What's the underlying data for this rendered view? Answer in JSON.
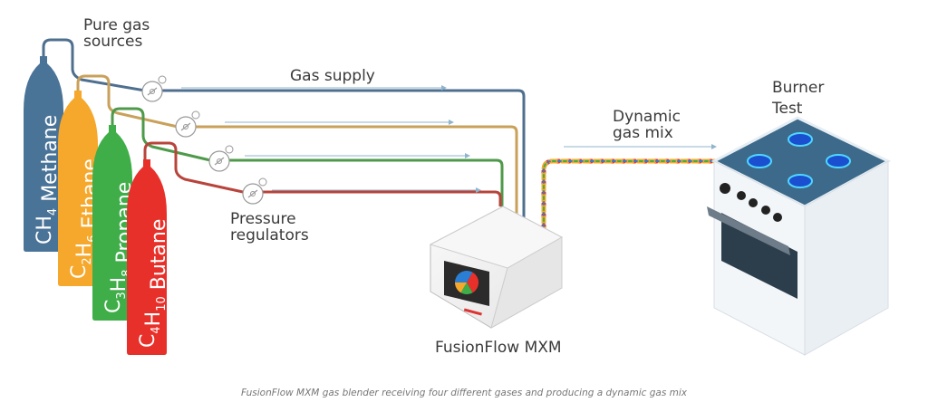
{
  "labels": {
    "pure_gas_sources": [
      "Pure gas",
      "sources"
    ],
    "gas_supply": "Gas supply",
    "pressure_regulators": [
      "Pressure",
      "regulators"
    ],
    "dynamic_gas_mix": [
      "Dynamic",
      "gas mix"
    ],
    "burner_test": [
      "Burner",
      "Test"
    ],
    "device_name": "FusionFlow MXM"
  },
  "cylinders": [
    {
      "formula_parts": [
        [
          "C",
          ""
        ],
        [
          "H",
          "4"
        ]
      ],
      "name": "Methane",
      "color": "#4a7398"
    },
    {
      "formula_parts": [
        [
          "C",
          "2"
        ],
        [
          "H",
          "6"
        ]
      ],
      "name": "Ethane",
      "color": "#f5a82b"
    },
    {
      "formula_parts": [
        [
          "C",
          "3"
        ],
        [
          "H",
          "8"
        ]
      ],
      "name": "Propane",
      "color": "#3fae49"
    },
    {
      "formula_parts": [
        [
          "C",
          "4"
        ],
        [
          "H",
          "10"
        ]
      ],
      "name": "Butane",
      "color": "#e8302a"
    }
  ],
  "pipe_colors": [
    "#4f6f8f",
    "#c9a15a",
    "#4e9a4a",
    "#b8443c"
  ],
  "flow_arrow_color": "#8fb5cc",
  "screen_pie_colors": [
    "#2a7fd4",
    "#e8302a",
    "#3fae49",
    "#f5a82b"
  ],
  "caption": "FusionFlow MXM gas blender receiving four different gases and producing a dynamic gas mix"
}
